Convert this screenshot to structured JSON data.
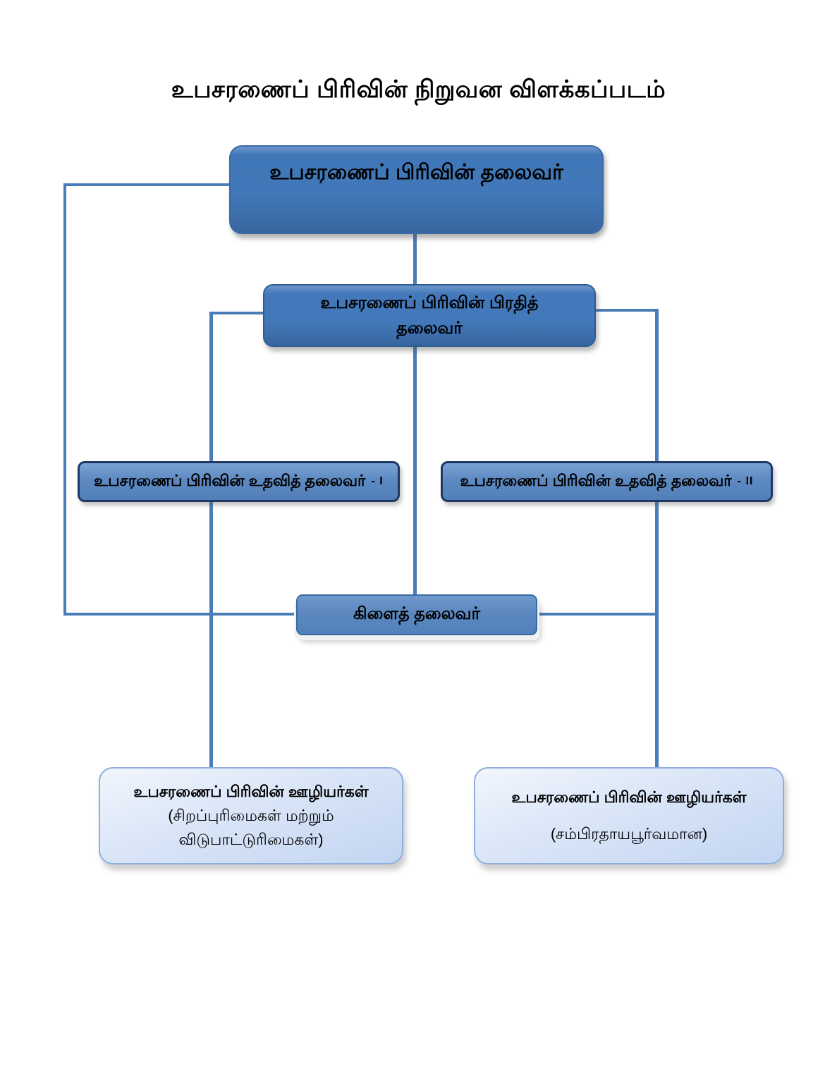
{
  "title": "உபசரணைப் பிரிவின் நிறுவன விளக்கப்படம்",
  "colors": {
    "connector": "#4A7CB8",
    "node_dark_fill": "#4278B9",
    "node_mid_fill": "#5E8AC2",
    "node_light_fill": "#DCE7F8",
    "node_dark_border": "#1F3864",
    "text": "#000000"
  },
  "nodes": {
    "head": {
      "label": "உபசரணைப் பிரிவின் தலைவர்"
    },
    "deputy": {
      "line1": "உபசரணைப் பிரிவின் பிரதித்",
      "line2": "தலைவர்"
    },
    "assistant1": {
      "label": "உபசரணைப் பிரிவின் உதவித் தலைவர்",
      "suffix": "- I"
    },
    "assistant2": {
      "label": "உபசரணைப் பிரிவின் உதவித் தலைவர்",
      "suffix": "- II"
    },
    "branch": {
      "label": "கிளைத் தலைவர்"
    },
    "staff_left": {
      "line1": "உபசரணைப் பிரிவின் ஊழியர்கள்",
      "line2": "(சிறப்புரிமைகள் மற்றும்",
      "line3": "விடுபாட்டுரிமைகள்)"
    },
    "staff_right": {
      "line1": "உபசரணைப் பிரிவின் ஊழியர்கள்",
      "line2": "(சம்பிரதாயபூர்வமான)"
    }
  }
}
